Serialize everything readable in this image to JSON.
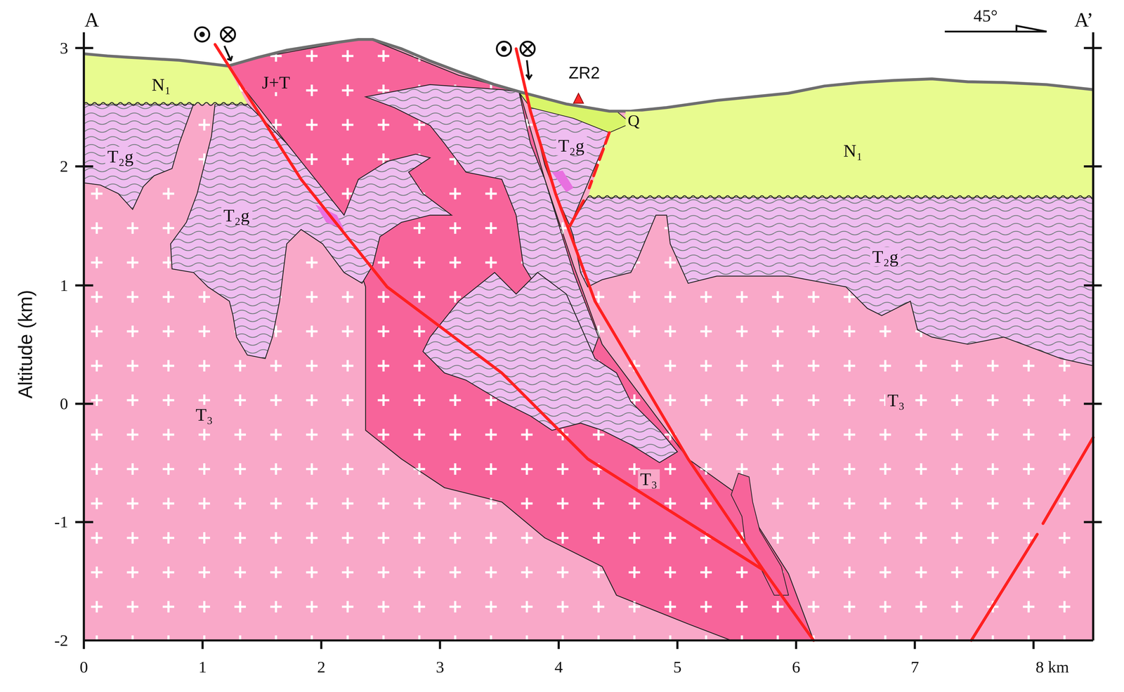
{
  "diagram": {
    "labels": [
      "A",
      "A’",
      "45°",
      "ZR2",
      "N₁",
      "J+T",
      "T₂g",
      "T₂g",
      "N₁",
      "Q",
      "T₂g",
      "T₂g",
      "T₃",
      "T₃",
      "T₃",
      "Altitude (km)",
      "3",
      "2",
      "1",
      "0",
      "-1",
      "-2",
      "0",
      "1",
      "2",
      "3",
      "4",
      "5",
      "6",
      "7",
      "8 km"
    ]
  }
}
